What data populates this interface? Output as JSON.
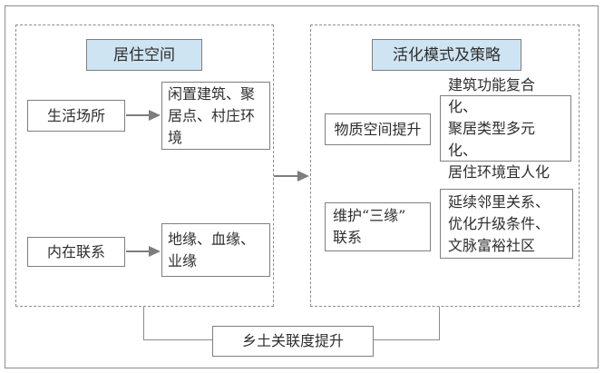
{
  "diagram": {
    "left_panel": {
      "header": "居住空间",
      "rows": [
        {
          "label": "生活场所",
          "detail": "闲置建筑、聚\n居点、村庄环\n境"
        },
        {
          "label": "内在联系",
          "detail": "地缘、血缘、\n业缘"
        }
      ]
    },
    "right_panel": {
      "header": "活化模式及策略",
      "rows": [
        {
          "label": "物质空间提升",
          "detail": "建筑功能复合化、\n聚居类型多元化、\n居住环境宜人化"
        },
        {
          "label": "维护“三缘”\n联系",
          "detail": "延续邻里关系、\n优化升级条件、\n文脉富裕社区"
        }
      ]
    },
    "bottom_box": "乡土关联度提升",
    "colors": {
      "header_fill": "#cfe4f2",
      "line": "#8c8c8c",
      "text": "#2e2e2e"
    }
  }
}
